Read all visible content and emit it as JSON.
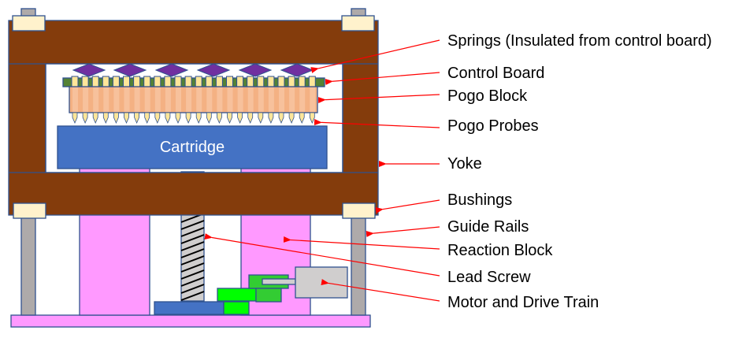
{
  "diagram": {
    "cartridge_label": "Cartridge",
    "labels": [
      {
        "key": "springs",
        "text": "Springs (Insulated from control board)"
      },
      {
        "key": "control-board",
        "text": "Control Board"
      },
      {
        "key": "pogo-block",
        "text": "Pogo Block"
      },
      {
        "key": "pogo-probes",
        "text": "Pogo Probes"
      },
      {
        "key": "yoke",
        "text": "Yoke"
      },
      {
        "key": "bushings",
        "text": "Bushings"
      },
      {
        "key": "guide-rails",
        "text": "Guide Rails"
      },
      {
        "key": "reaction-block",
        "text": "Reaction Block"
      },
      {
        "key": "lead-screw",
        "text": "Lead Screw"
      },
      {
        "key": "motor-drive-train",
        "text": "Motor and Drive Train"
      }
    ],
    "colors": {
      "yoke": "#843c0c",
      "bushing": "#fff2cc",
      "rail": "#aeaaaa",
      "reaction_block": "#ff99ff",
      "cartridge": "#4472c4",
      "control_board": "#548235",
      "pogo_block": "#f4b183",
      "spring": "#7030a0",
      "pin": "#ffe699",
      "motor": "#d0cece",
      "gear_bright": "#00ff00",
      "gear_dark": "#33cc33",
      "arrow": "#ff0000",
      "outline": "#2f528f"
    }
  }
}
